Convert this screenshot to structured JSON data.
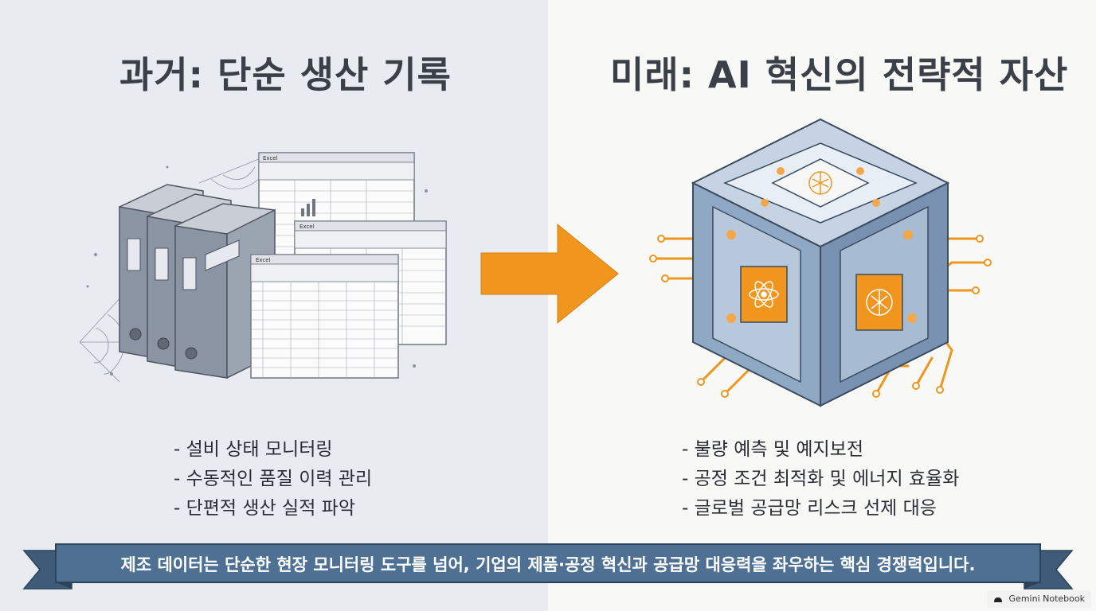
{
  "left": {
    "title": "과거: 단순 생산 기록",
    "bullets": [
      "- 설비 상태 모니터링",
      "- 수동적인 품질 이력 관리",
      "- 단편적 생산 실적 파악"
    ],
    "spreadsheet_labels": [
      "Excel",
      "Excel",
      "Excel"
    ]
  },
  "right": {
    "title": "미래: AI 혁신의 전략적 자산",
    "bullets": [
      "- 불량 예측 및 예지보전",
      "- 공정 조건 최적화 및 에너지 효율화",
      "- 글로벌 공급망 리스크 선제 대응"
    ]
  },
  "banner": {
    "text": "제조 데이터는 단순한 현장 모니터링 도구를 넘어, 기업의 제품·공정 혁신과 공급망 대응력을 좌우하는 핵심 경쟁력입니다."
  },
  "watermark": {
    "text": "Gemini Notebook"
  },
  "colors": {
    "accent_orange": "#f0961e",
    "banner_blue": "#4e7193",
    "cube_blue": "#7f9ab7",
    "binder_gray": "#8a94a2"
  },
  "icons": [
    "binder-icon",
    "spreadsheet-icon",
    "cobweb-icon",
    "arrow-right-icon",
    "ai-cube-icon",
    "atom-icon",
    "brain-network-icon",
    "gemini-icon"
  ]
}
